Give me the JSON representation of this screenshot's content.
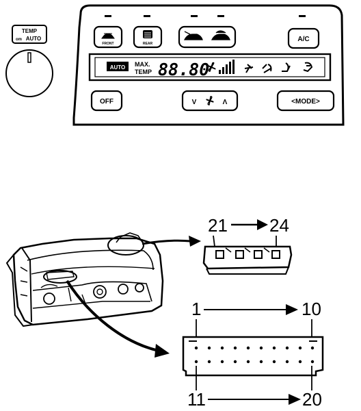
{
  "temp_knob": {
    "label_line1": "TEMP",
    "label_line2": "AUTO"
  },
  "panel": {
    "buttons": {
      "front": "FRONT",
      "rear": "REAR",
      "ac": "A/C",
      "off": "OFF",
      "fan_down": "V",
      "fan_up": "Λ",
      "mode": "<MODE>"
    },
    "display": {
      "auto": "AUTO",
      "max_line1": "MAX.",
      "max_line2": "TEMP",
      "digits": "88.80"
    }
  },
  "connectors": {
    "small": {
      "start": "21",
      "end": "24"
    },
    "large": {
      "top_start": "1",
      "top_end": "10",
      "bottom_start": "11",
      "bottom_end": "20"
    }
  }
}
